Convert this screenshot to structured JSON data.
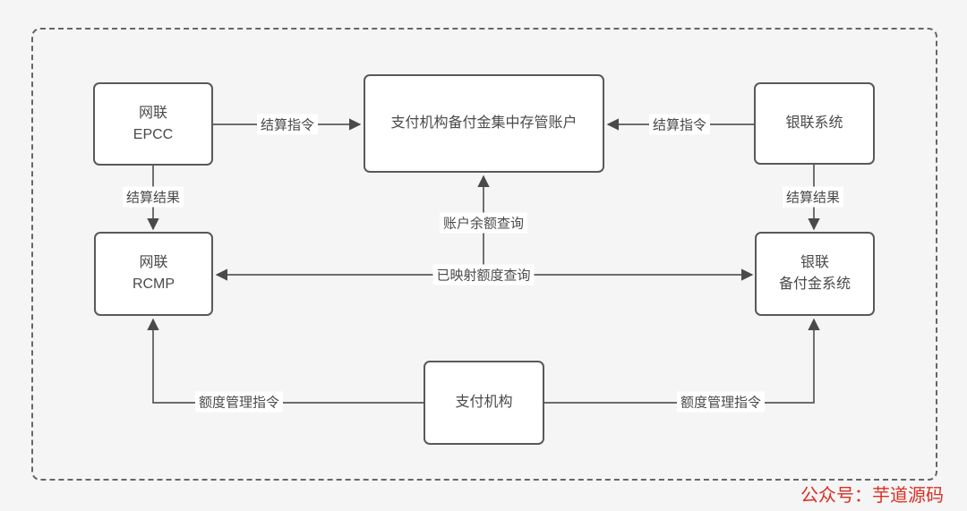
{
  "diagram": {
    "nodes": {
      "epcc": {
        "line1": "网联",
        "line2": "EPCC"
      },
      "custody_account": {
        "label": "支付机构备付金集中存管账户"
      },
      "unionpay_system": {
        "label": "银联系统"
      },
      "rcmp": {
        "line1": "网联",
        "line2": "RCMP"
      },
      "unionpay_reserve": {
        "line1": "银联",
        "line2": "备付金系统"
      },
      "payment_institution": {
        "label": "支付机构"
      }
    },
    "edges": {
      "epcc_to_custody": {
        "label": "结算指令",
        "from": "网联 EPCC",
        "to": "支付机构备付金集中存管账户"
      },
      "unionpay_to_custody": {
        "label": "结算指令",
        "from": "银联系统",
        "to": "支付机构备付金集中存管账户"
      },
      "epcc_to_rcmp": {
        "label": "结算结果",
        "from": "网联 EPCC",
        "to": "网联 RCMP"
      },
      "unionpay_to_reserve": {
        "label": "结算结果",
        "from": "银联系统",
        "to": "银联 备付金系统"
      },
      "balance_query": {
        "label": "账户余额查询",
        "to": "支付机构备付金集中存管账户"
      },
      "mapped_quota_query": {
        "label": "已映射额度查询",
        "between": [
          "网联 RCMP",
          "银联 备付金系统"
        ]
      },
      "quota_mgmt_left": {
        "label": "额度管理指令",
        "from": "支付机构",
        "to": "网联 RCMP"
      },
      "quota_mgmt_right": {
        "label": "额度管理指令",
        "from": "支付机构",
        "to": "银联 备付金系统"
      }
    },
    "watermark": "公众号：芋道源码",
    "colors": {
      "background": "#f5f5f5",
      "node_fill": "#ffffff",
      "stroke": "#595959",
      "text": "#4a4a4a",
      "boundary_dash": "#666666",
      "watermark_red": "#d93025"
    }
  }
}
